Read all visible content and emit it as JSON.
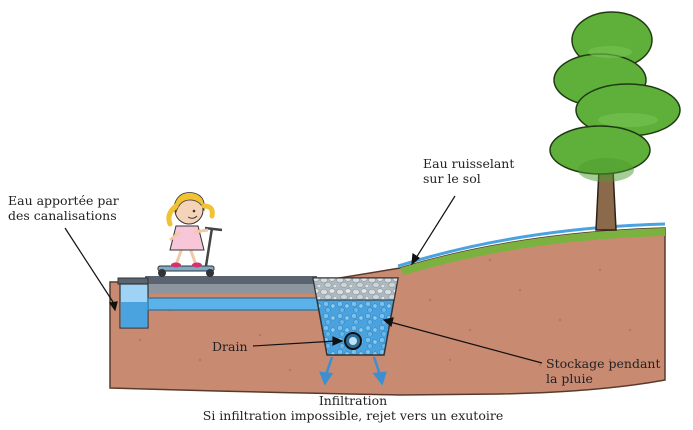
{
  "labels": {
    "canalisations": [
      "Eau apportée par",
      "des canalisations"
    ],
    "ruisselant": [
      "Eau ruisselant",
      "sur le sol"
    ],
    "drain": "Drain",
    "stockage": [
      "Stockage pendant",
      "la pluie"
    ],
    "infiltration": [
      "Infiltration",
      "Si infiltration impossible, rejet vers un exutoire"
    ]
  },
  "colors": {
    "soil": "#c98a72",
    "soil_dark": "#b8765e",
    "grass": "#7bb23f",
    "water": "#4aa3df",
    "stone": "#c7cfd4",
    "foliage": "#5fb03b",
    "trunk": "#8a6a4a"
  }
}
